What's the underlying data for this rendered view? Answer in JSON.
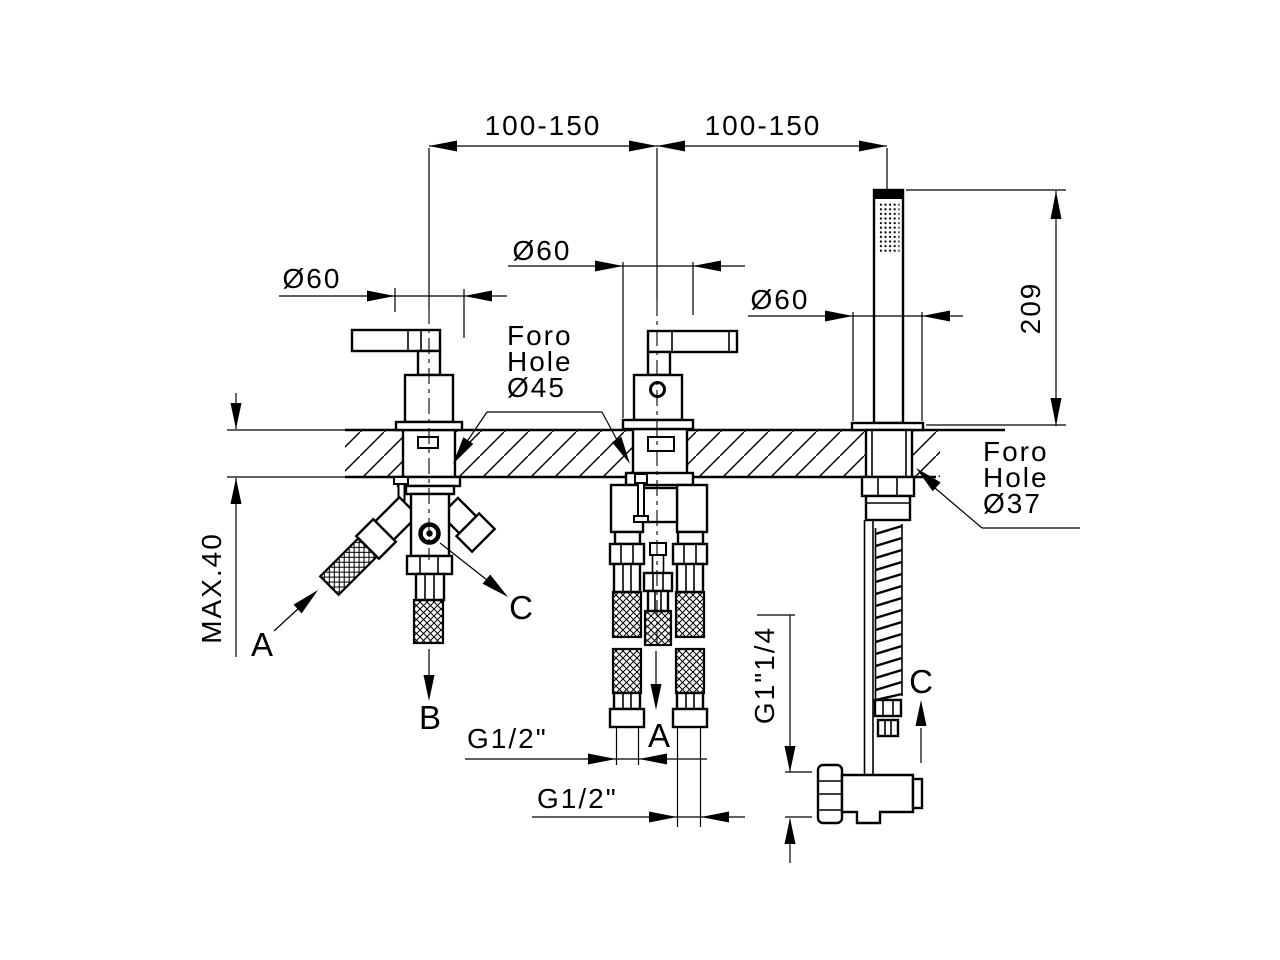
{
  "drawing": {
    "type": "faucet-installation-technical-drawing",
    "colors": {
      "line": "#000000",
      "background": "#ffffff"
    },
    "dims": {
      "spacing_left": "100-150",
      "spacing_right": "100-150",
      "d60_left": "Ø60",
      "d60_middle": "Ø60",
      "d60_right": "Ø60",
      "height_209": "209",
      "deck_max": "MAX.40",
      "g12_a": "G1/2\"",
      "g12_b": "G1/2\"",
      "g114": "G1\"1/4"
    },
    "callouts": {
      "hole45": [
        "Foro",
        "Hole",
        "Ø45"
      ],
      "hole37": [
        "Foro",
        "Hole",
        "Ø37"
      ]
    },
    "flow_labels": {
      "a_left": "A",
      "b": "B",
      "c_left": "C",
      "a_middle": "A",
      "c_right": "C"
    }
  }
}
